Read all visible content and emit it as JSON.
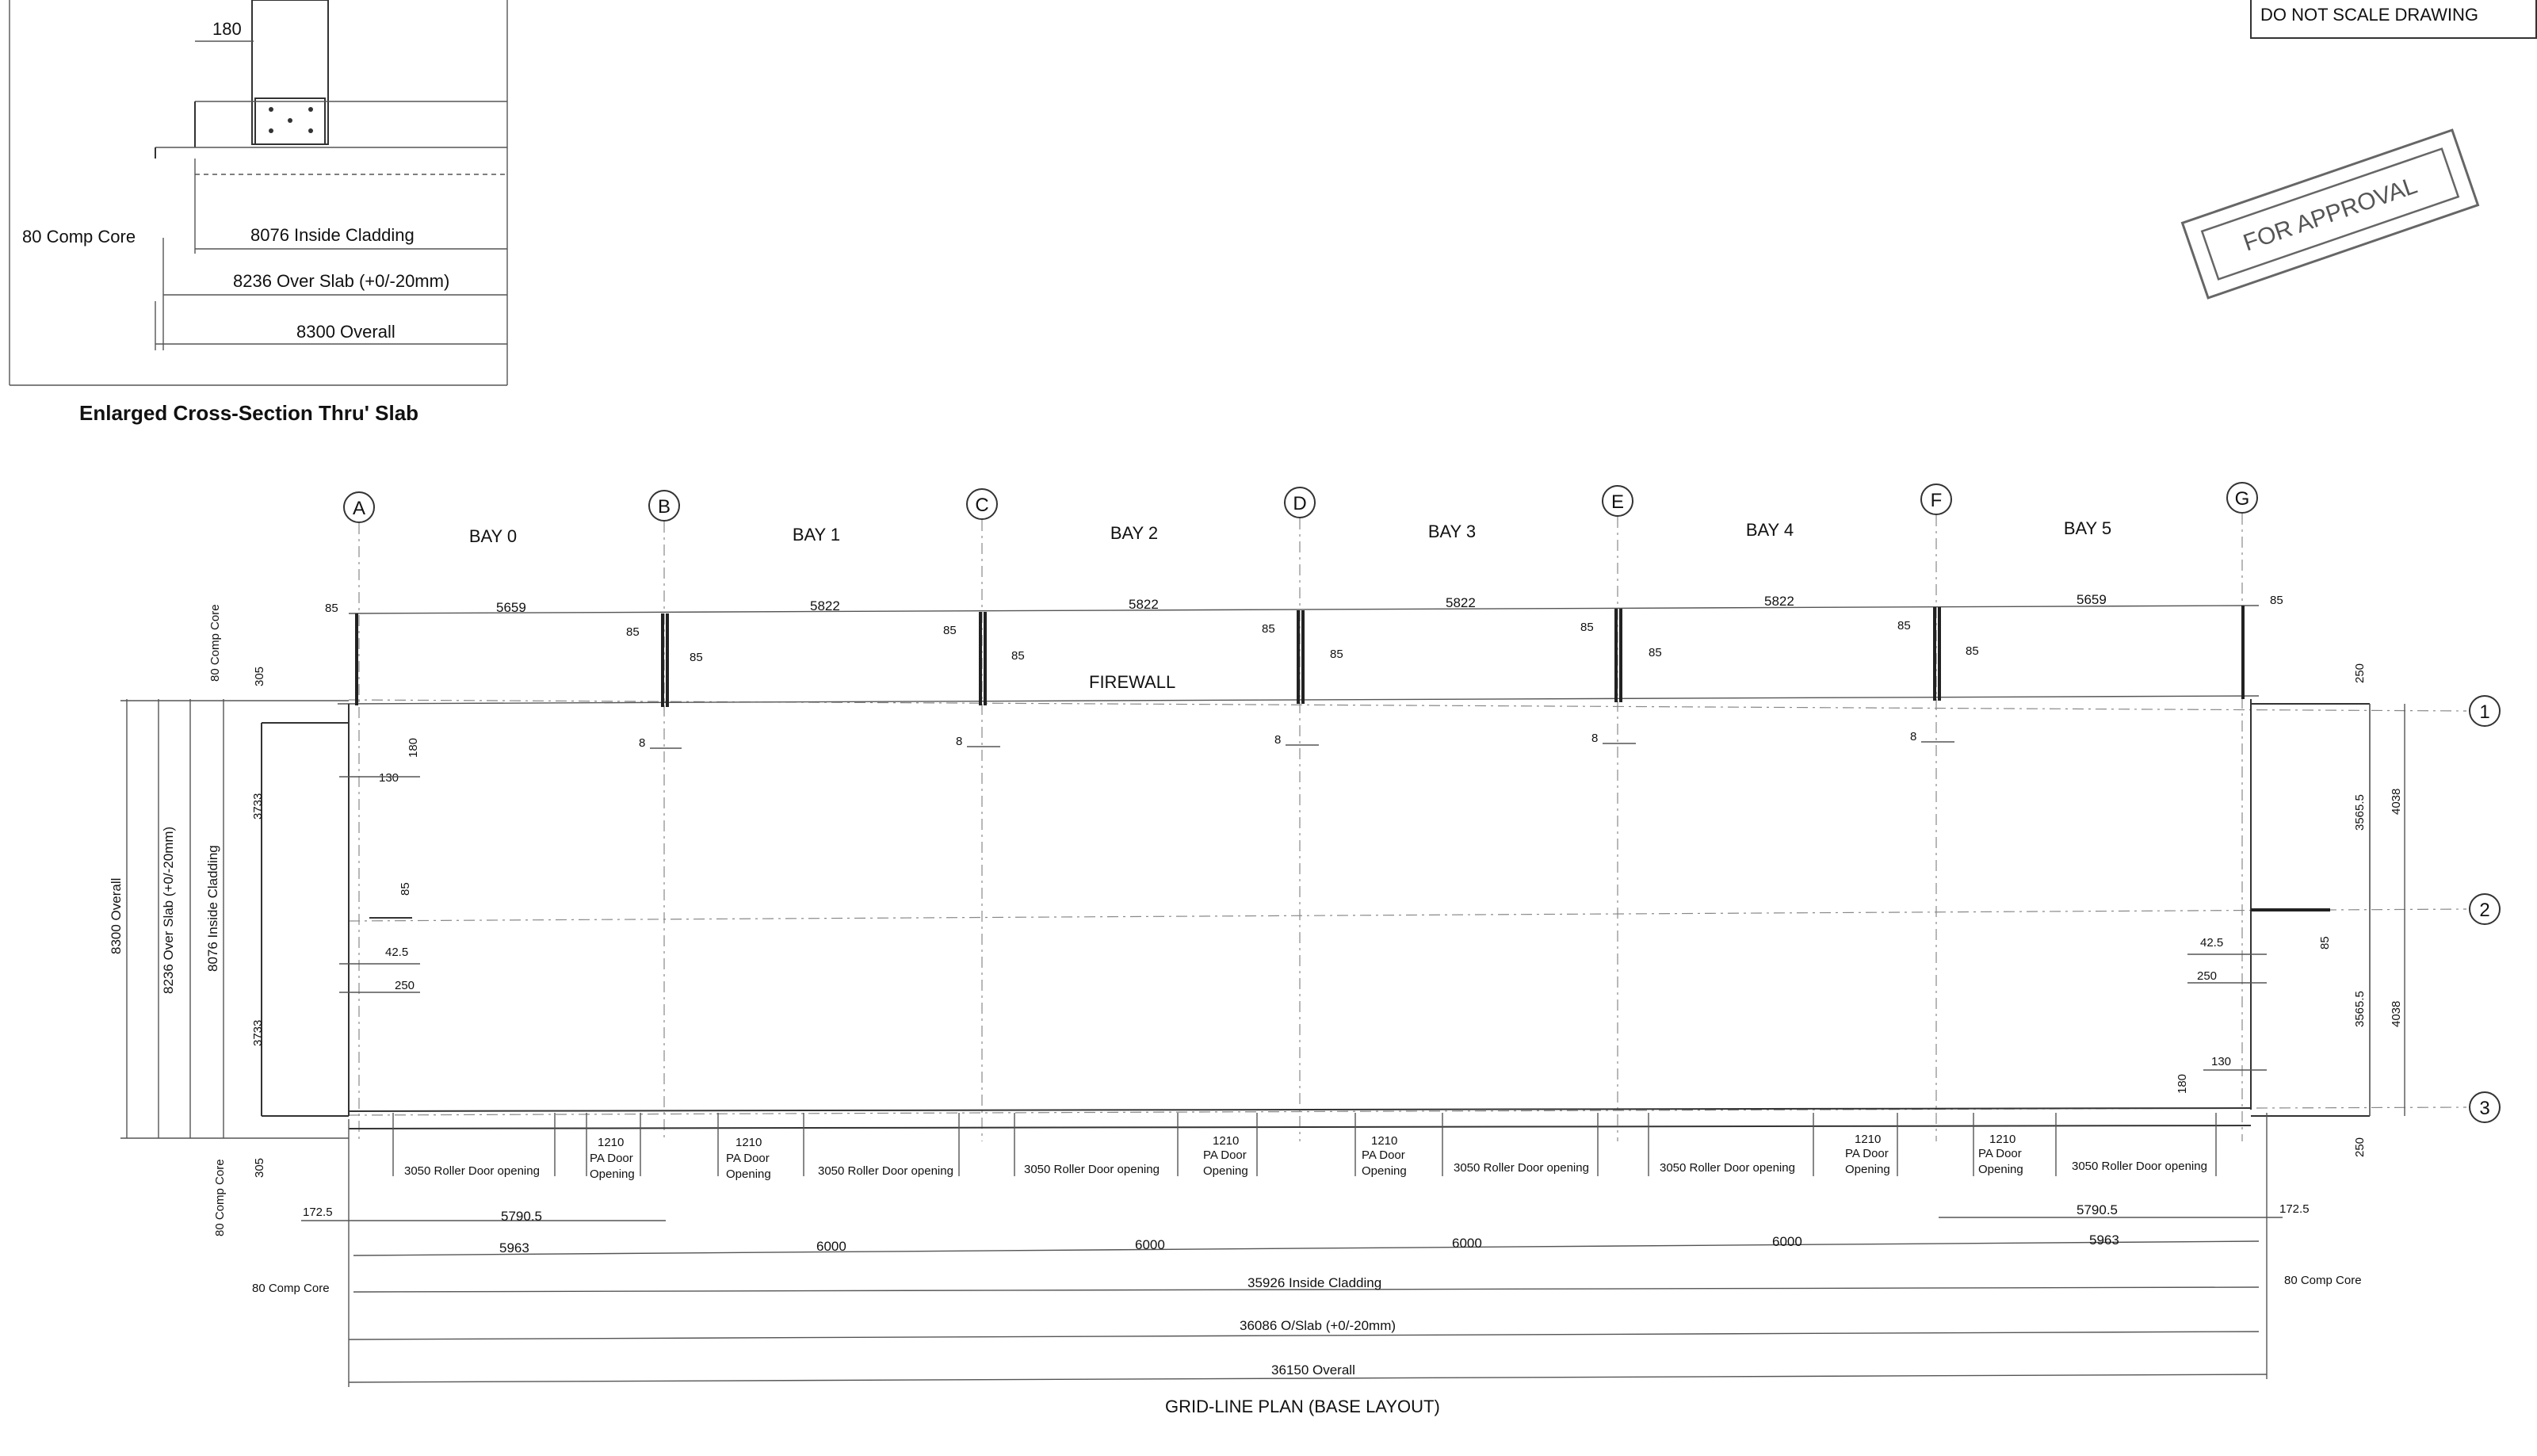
{
  "note_box": "DO NOT SCALE DRAWING",
  "stamp": "FOR APPROVAL",
  "cross_section": {
    "title": "Enlarged Cross-Section Thru' Slab",
    "top_dim": "180",
    "core_label": "80 Comp Core",
    "inside_cladding": "8076 Inside Cladding",
    "over_slab": "8236 Over Slab (+0/-20mm)",
    "overall": "8300 Overall"
  },
  "plan": {
    "title": "GRID-LINE PLAN (BASE LAYOUT)",
    "firewall": "FIREWALL",
    "grid_cols": [
      "A",
      "B",
      "C",
      "D",
      "E",
      "F",
      "G"
    ],
    "grid_rows": [
      "1",
      "2",
      "3"
    ],
    "bays": [
      "BAY 0",
      "BAY 1",
      "BAY 2",
      "BAY 3",
      "BAY 4",
      "BAY 5"
    ],
    "top_dims": [
      "5659",
      "5822",
      "5822",
      "5822",
      "5822",
      "5659"
    ],
    "post_dims": [
      "85",
      "85",
      "8"
    ],
    "left_dims": {
      "overall": "8300 Overall",
      "over_slab": "8236 Over Slab (+0/-20mm)",
      "inside": "8076 Inside Cladding",
      "comp_core_top": "80 Comp Core",
      "comp_core_bot": "80 Comp Core",
      "d305": "305",
      "d3733": "3733",
      "d180": "180",
      "d130": "130",
      "d85": "85",
      "d425": "42.5",
      "d250": "250"
    },
    "right_dims": {
      "d250": "250",
      "d3565": "3565.5",
      "d4038": "4038",
      "d85": "85",
      "d425": "42.5",
      "d250b": "250",
      "d130": "130",
      "d180": "180"
    },
    "openings": {
      "roller": "3050 Roller Door opening",
      "pa_size": "1210",
      "pa_l1": "PA Door",
      "pa_l2": "Opening"
    },
    "bottom_dims": {
      "d1725": "172.5",
      "d57905": "5790.5",
      "d5963": "5963",
      "d6000": "6000",
      "inside": "35926 Inside Cladding",
      "oslab": "36086 O/Slab (+0/-20mm)",
      "overall": "36150 Overall",
      "core": "80 Comp Core"
    }
  }
}
